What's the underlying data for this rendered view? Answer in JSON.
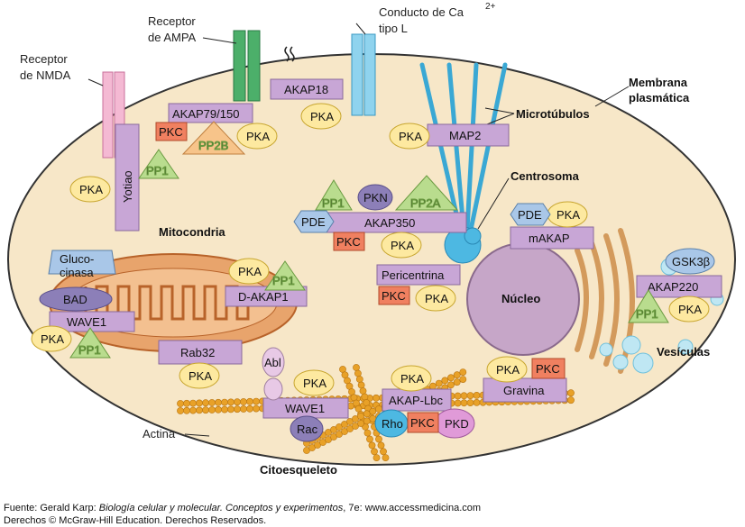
{
  "colors": {
    "cell_fill": "#f7e7c8",
    "cell_stroke": "#333333",
    "akap_box": "#c8a6d6",
    "pka_oval": "#fde9a0",
    "pkc_box": "#f08060",
    "pp_triangle": "#b9dc8e",
    "pkn_oval": "#8c7fb8",
    "pde_hex": "#a9c7e8",
    "nucleus": "#c6a6c8",
    "mito": "#e8a46c",
    "actin": "#e8a128",
    "microtubule": "#5fc4e6",
    "vesicle": "#bfe7f3"
  },
  "labels": {
    "receptor_nmda": [
      "Receptor",
      "de NMDA"
    ],
    "receptor_ampa": [
      "Receptor",
      "de AMPA"
    ],
    "conducto_ca": [
      "Conducto de Ca",
      "2+",
      "tipo L"
    ],
    "membrana": [
      "Membrana",
      "plasmática"
    ],
    "microtubulos": "Microtúbulos",
    "centrosoma": "Centrosoma",
    "mitocondria": "Mitocondria",
    "nucleo": "Núcleo",
    "vesiculas": "Vesículas",
    "actina": "Actina",
    "citoesqueleto": "Citoesqueleto"
  },
  "proteins": {
    "akap79": "AKAP79/150",
    "akap18": "AKAP18",
    "yotiao": "Yotiao",
    "map2": "MAP2",
    "akap350": "AKAP350",
    "makap": "mAKAP",
    "pericentrina": "Pericentrina",
    "dakap1": "D-AKAP1",
    "wave1_left": "WAVE1",
    "rab32": "Rab32",
    "akap220": "AKAP220",
    "gravina": "Gravina",
    "akaplbc": "AKAP-Lbc",
    "wave1_bottom": "WAVE1",
    "glucocinasa": [
      "Gluco-",
      "cinasa"
    ],
    "bad": "BAD",
    "pka": "PKA",
    "pkc": "PKC",
    "pkd": "PKD",
    "pkn": "PKN",
    "pp1": "PP1",
    "pp2a": "PP2A",
    "pp2b": "PP2B",
    "pde": "PDE",
    "gsk3b": "GSK3β",
    "abl": "Abl",
    "rac": "Rac",
    "rho": "Rho"
  },
  "source": {
    "prefix": "Fuente: Gerald Karp: ",
    "title": "Biología celular y molecular. Conceptos y experimentos",
    "suffix": ", 7e: www.accessmedicina.com",
    "rights": "Derechos © McGraw-Hill Education. Derechos Reservados."
  }
}
